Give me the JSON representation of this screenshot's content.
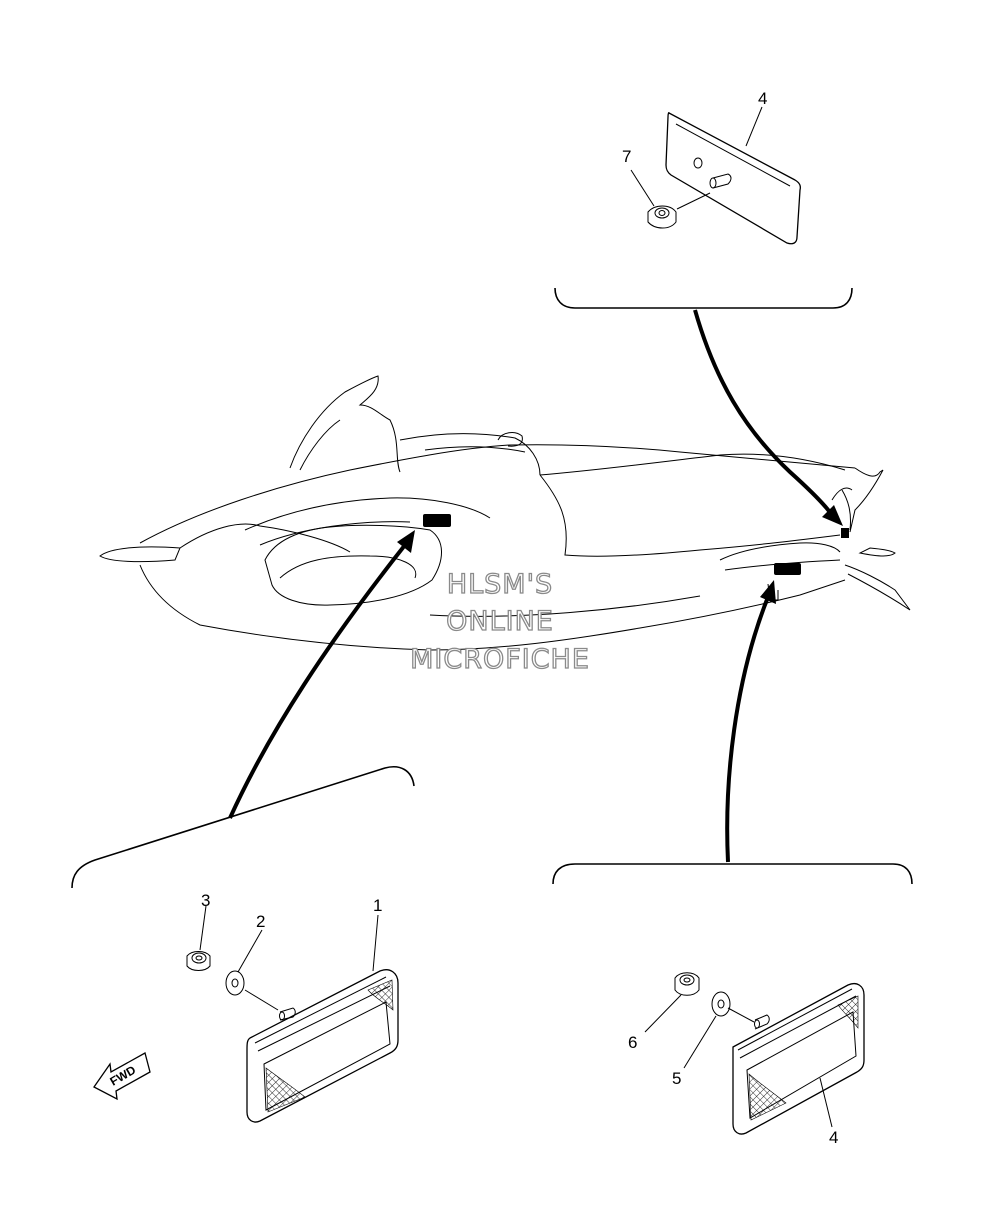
{
  "watermark": {
    "line1": "HLSM'S",
    "line2": "ONLINE",
    "line3": "MICROFICHE"
  },
  "direction_arrow": {
    "label": "FWD"
  },
  "callouts": {
    "top_reflector": "4",
    "top_nut": "7",
    "left_reflector": "1",
    "left_washer": "2",
    "left_nut": "3",
    "right_reflector": "4",
    "right_washer": "5",
    "right_nut": "6"
  },
  "colors": {
    "line": "#000000",
    "background": "#ffffff",
    "reflector_mark": "#000000"
  }
}
